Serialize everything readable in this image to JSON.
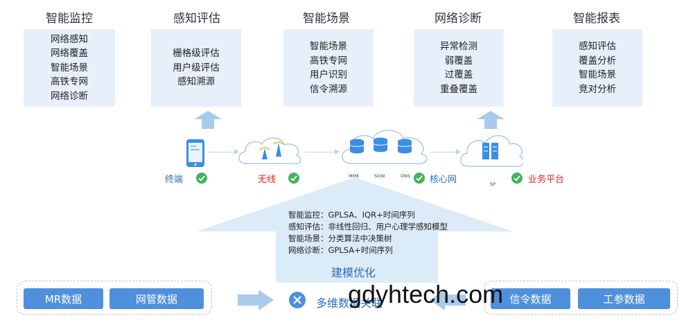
{
  "columns": [
    {
      "title": "智能监控",
      "items": [
        "网络感知",
        "网络覆盖",
        "智能场景",
        "高铁专网",
        "网络诊断"
      ]
    },
    {
      "title": "感知评估",
      "items": [
        "栅格级评估",
        "用户级评估",
        "感知溯源"
      ]
    },
    {
      "title": "智能场景",
      "items": [
        "智能场景",
        "高铁专网",
        "用户识别",
        "信令溯源"
      ]
    },
    {
      "title": "网络诊断",
      "items": [
        "异常检测",
        "弱覆盖",
        "过覆盖",
        "重叠覆盖"
      ]
    },
    {
      "title": "智能报表",
      "items": [
        "感知评估",
        "覆盖分析",
        "智能场景",
        "竞对分析"
      ]
    }
  ],
  "network": {
    "terminal": "终端",
    "wireless": "无线",
    "core": "核心网",
    "platform": "业务平台",
    "core_nodes": [
      "MME",
      "SGW",
      "DNS"
    ],
    "platform_node": "SP"
  },
  "model": {
    "lines": [
      "智能监控：GPLSA、IQR+时间序列",
      "感知评估：非线性回归、用户心理学感知模型",
      "智能场景：分类算法中决策树",
      "网络诊断：GPLSA+时间序列"
    ],
    "title": "建模优化"
  },
  "data_sources": {
    "left": [
      "MR数据",
      "网管数据"
    ],
    "center": "多维数据关联",
    "right": [
      "信令数据",
      "工参数据"
    ]
  },
  "watermark": "gdyhtech.com",
  "colors": {
    "accent": "#4f90dc",
    "box": "#e7f0fa",
    "check": "#44b35a",
    "red": "#e0262b",
    "blue_text": "#2a6fb8"
  }
}
